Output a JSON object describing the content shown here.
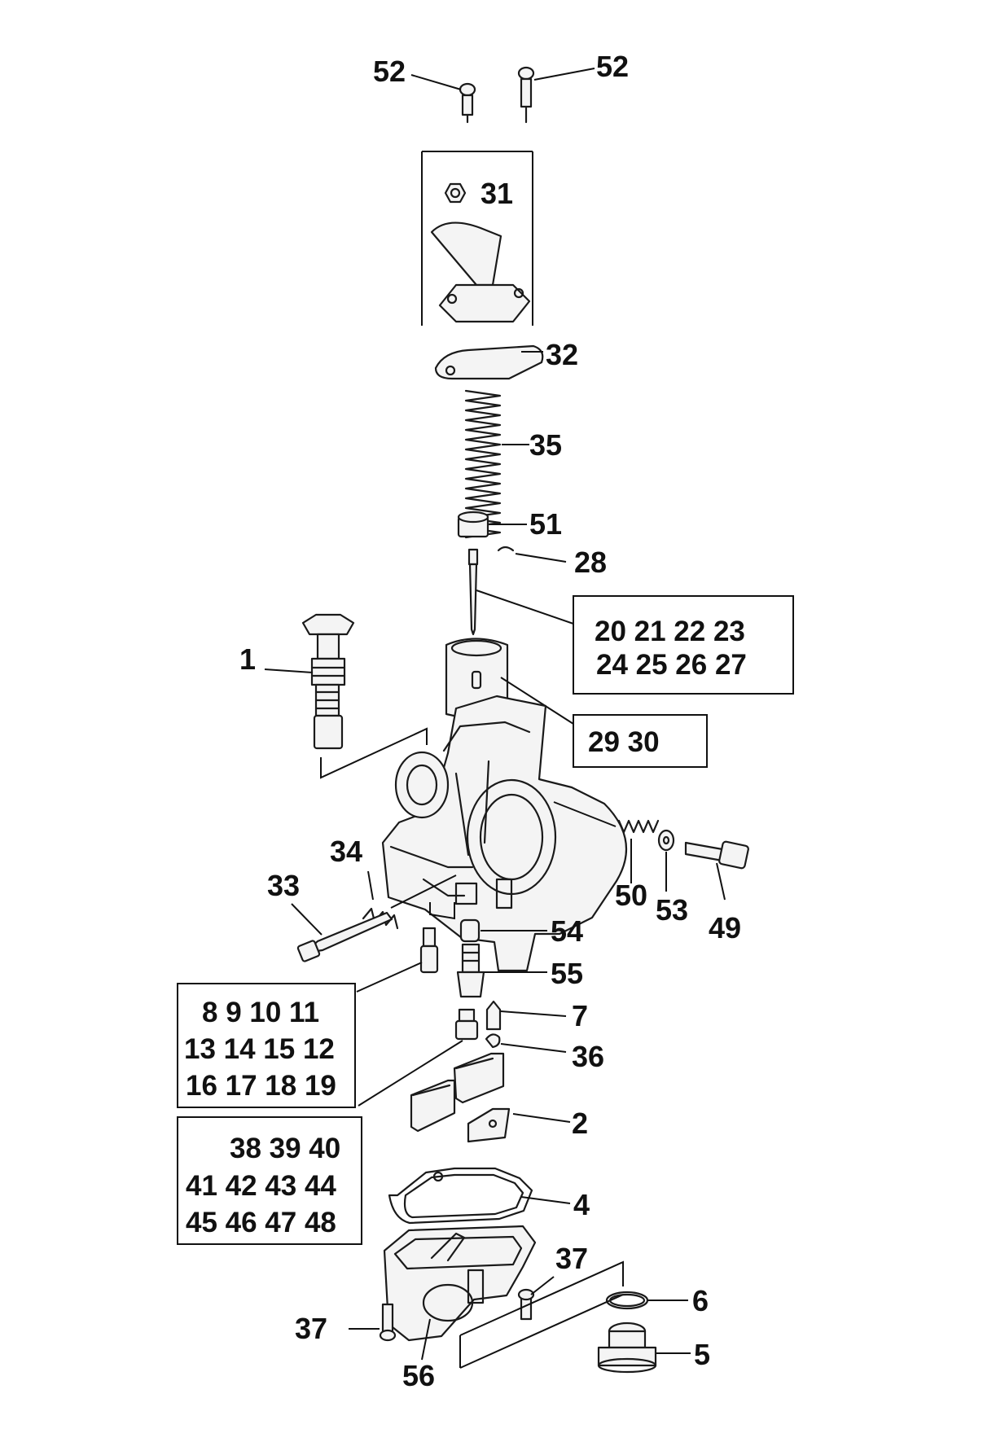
{
  "labels": {
    "p52a": "52",
    "p52b": "52",
    "p31": "31",
    "p32": "32",
    "p35": "35",
    "p51": "51",
    "p28": "28",
    "p1": "1",
    "p34": "34",
    "p33": "33",
    "p50": "50",
    "p53": "53",
    "p49": "49",
    "p54": "54",
    "p55": "55",
    "p7": "7",
    "p36": "36",
    "p2": "2",
    "p4": "4",
    "p37a": "37",
    "p37b": "37",
    "p6": "6",
    "p5": "5",
    "p56": "56"
  },
  "groups": {
    "needle_jets": {
      "line1": "20 21 22 23",
      "line2": "24 25 26 27"
    },
    "throttle_valves": {
      "line1": "29  30"
    },
    "main_jets": {
      "line1": "8 9 10 11",
      "line2": "13 14 15 12",
      "line3": "16 17 18 19"
    },
    "pilot_jets": {
      "line1": "38 39 40",
      "line2": "41 42 43 44",
      "line3": "45 46 47 48"
    }
  }
}
